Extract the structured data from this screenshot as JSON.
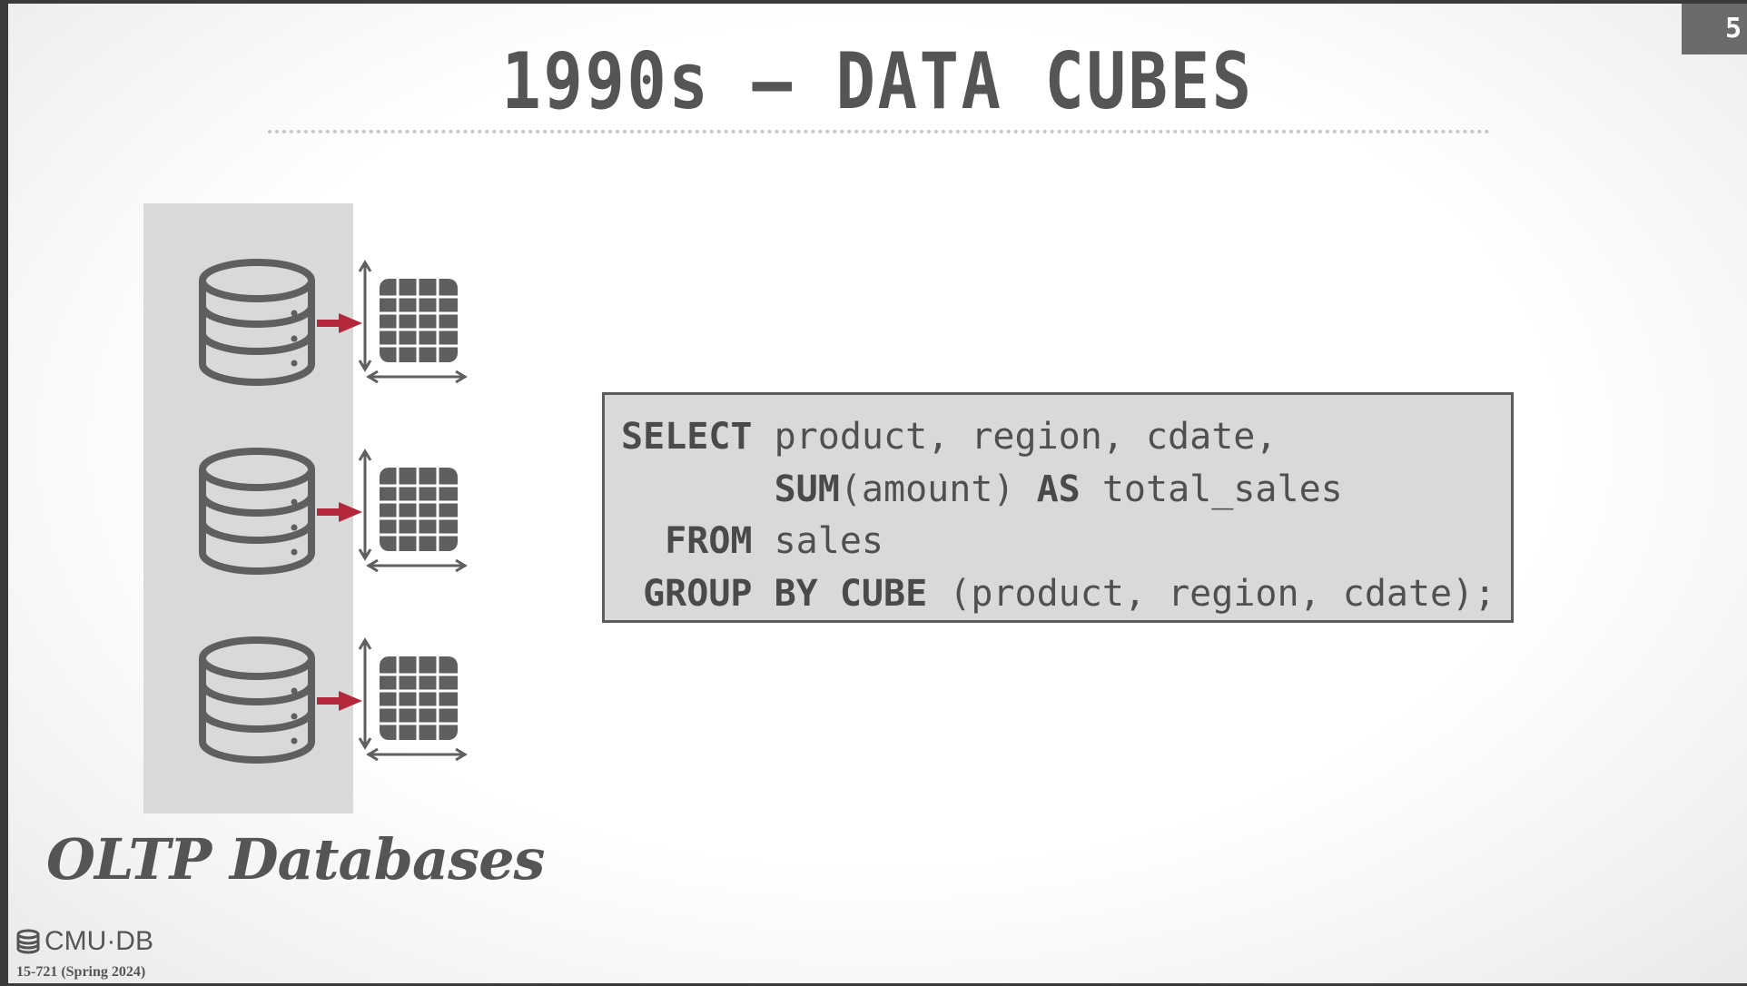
{
  "slide": {
    "number": "5",
    "title": "1990s – DATA CUBES",
    "left_label": "OLTP Databases",
    "footer": {
      "logo_text": "CMU·DB",
      "course": "15-721 (Spring 2024)"
    }
  },
  "diagram": {
    "groups": [
      {
        "source_icon": "database-icon",
        "connector": "red-arrow-icon",
        "target_icon": "data-cube-icon"
      },
      {
        "source_icon": "database-icon",
        "connector": "red-arrow-icon",
        "target_icon": "data-cube-icon"
      },
      {
        "source_icon": "database-icon",
        "connector": "red-arrow-icon",
        "target_icon": "data-cube-icon"
      }
    ],
    "colors": {
      "icon": "#5f5f5f",
      "arrow": "#b5283b",
      "panel": "#d9d9d9"
    }
  },
  "sql": {
    "keywords": {
      "select": "SELECT",
      "sum": "SUM",
      "as": "AS",
      "from": "FROM",
      "group_by": "GROUP BY",
      "cube": "CUBE"
    },
    "text": {
      "select_cols": " product, region, cdate,",
      "sum_arg": "(amount) ",
      "alias": " total_sales",
      "table": " sales",
      "cube_cols": " (product, region, cdate);"
    }
  }
}
